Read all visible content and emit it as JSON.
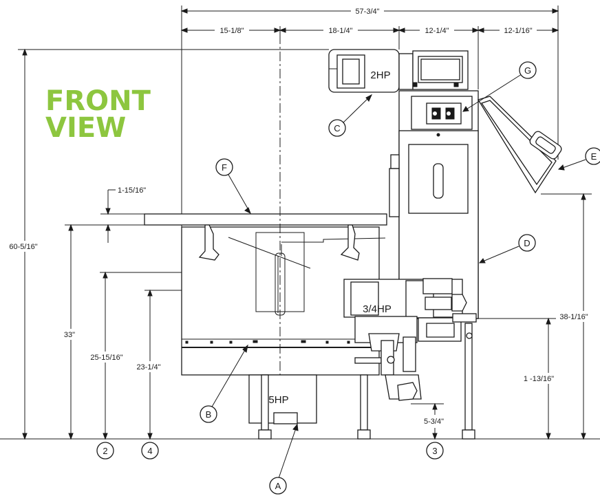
{
  "title": {
    "line1": "FRONT",
    "line2": "VIEW"
  },
  "colors": {
    "title": "#8dc63f",
    "line": "#1a1a1a",
    "background": "#ffffff"
  },
  "dimensions": {
    "overall_width": "57-3/4\"",
    "top_seg1": "15-1/8\"",
    "top_seg2": "18-1/4\"",
    "top_seg3": "12-1/4\"",
    "top_seg4": "12-1/16\"",
    "overall_height": "60-5/16\"",
    "table_thickness": "1-15/16\"",
    "table_height": "33\"",
    "dim_25": "25-15/16\"",
    "dim_23": "23-1/4\"",
    "right_height": "38-1/16\"",
    "dim_1_13": "1 -13/16\"",
    "dim_5_3_4": "5-3/4\""
  },
  "motors": {
    "top": "2HP",
    "middle": "3/4HP",
    "bottom": "5HP"
  },
  "callouts": {
    "a": "A",
    "b": "B",
    "c": "C",
    "d": "D",
    "e": "E",
    "f": "F",
    "g": "G",
    "n2": "2",
    "n3": "3",
    "n4": "4"
  }
}
